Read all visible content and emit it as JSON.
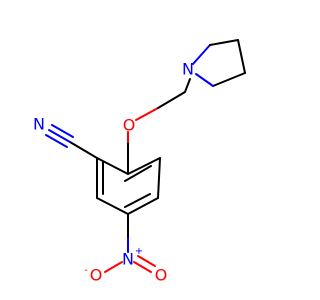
{
  "colors": {
    "bond": "#000000",
    "nitrogen": "#0000ff",
    "oxygen": "#ff0000",
    "background": "#ffffff"
  },
  "atoms": {
    "nitrile_n": "N",
    "ether_o": "O",
    "pyrrolidine_n": "N",
    "nitro_n": "N",
    "nitro_n_charge": "+",
    "nitro_o_left": "O",
    "nitro_o_left_charge": "-",
    "nitro_o_right": "O"
  }
}
